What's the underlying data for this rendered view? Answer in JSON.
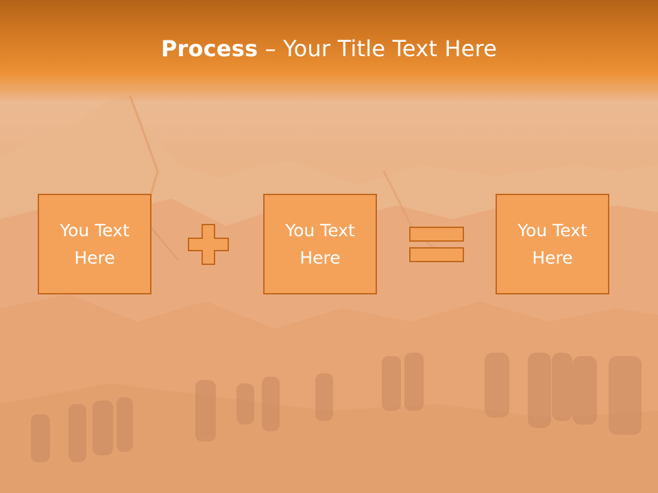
{
  "slide": {
    "title_bold": "Process",
    "title_rest": " – Your Title Text Here"
  },
  "boxes": [
    {
      "text": "You Text\nHere"
    },
    {
      "text": "You Text\nHere"
    },
    {
      "text": "You Text\nHere"
    }
  ],
  "operators": [
    "plus-icon",
    "equals-icon"
  ],
  "colors": {
    "title_bar": "#e88a2c",
    "box_fill": "#f4a25a",
    "box_border": "#c2671c",
    "text": "#ffffff"
  }
}
